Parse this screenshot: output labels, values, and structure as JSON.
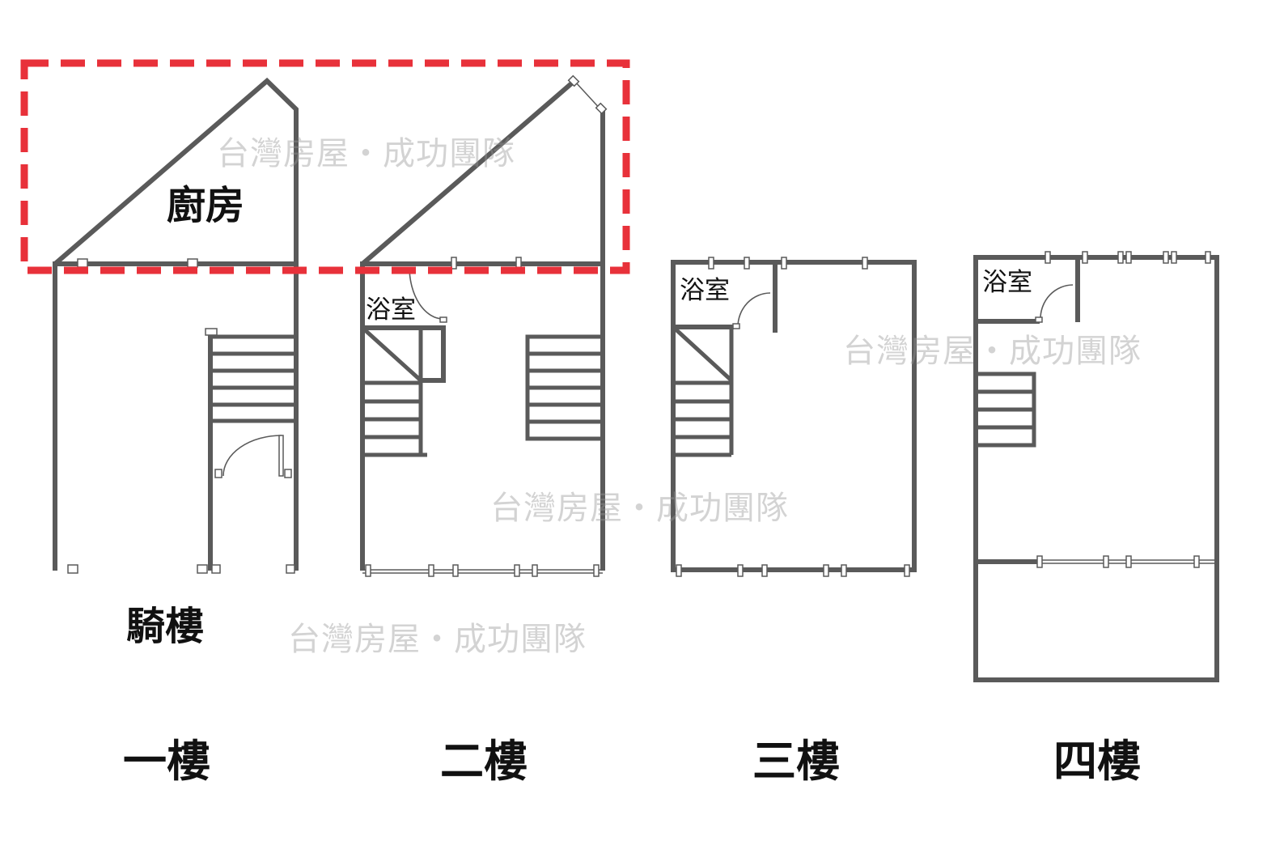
{
  "room_labels": {
    "kitchen": "廚房",
    "arcade": "騎樓",
    "bath_2f": "浴室",
    "bath_3f": "浴室",
    "bath_4f": "浴室"
  },
  "floor_labels": [
    "一樓",
    "二樓",
    "三樓",
    "四樓"
  ],
  "watermark": "台灣房屋・成功團隊",
  "colors": {
    "wall": "#5a5a5a",
    "highlight": "#e8313a",
    "watermark": "#969696"
  }
}
